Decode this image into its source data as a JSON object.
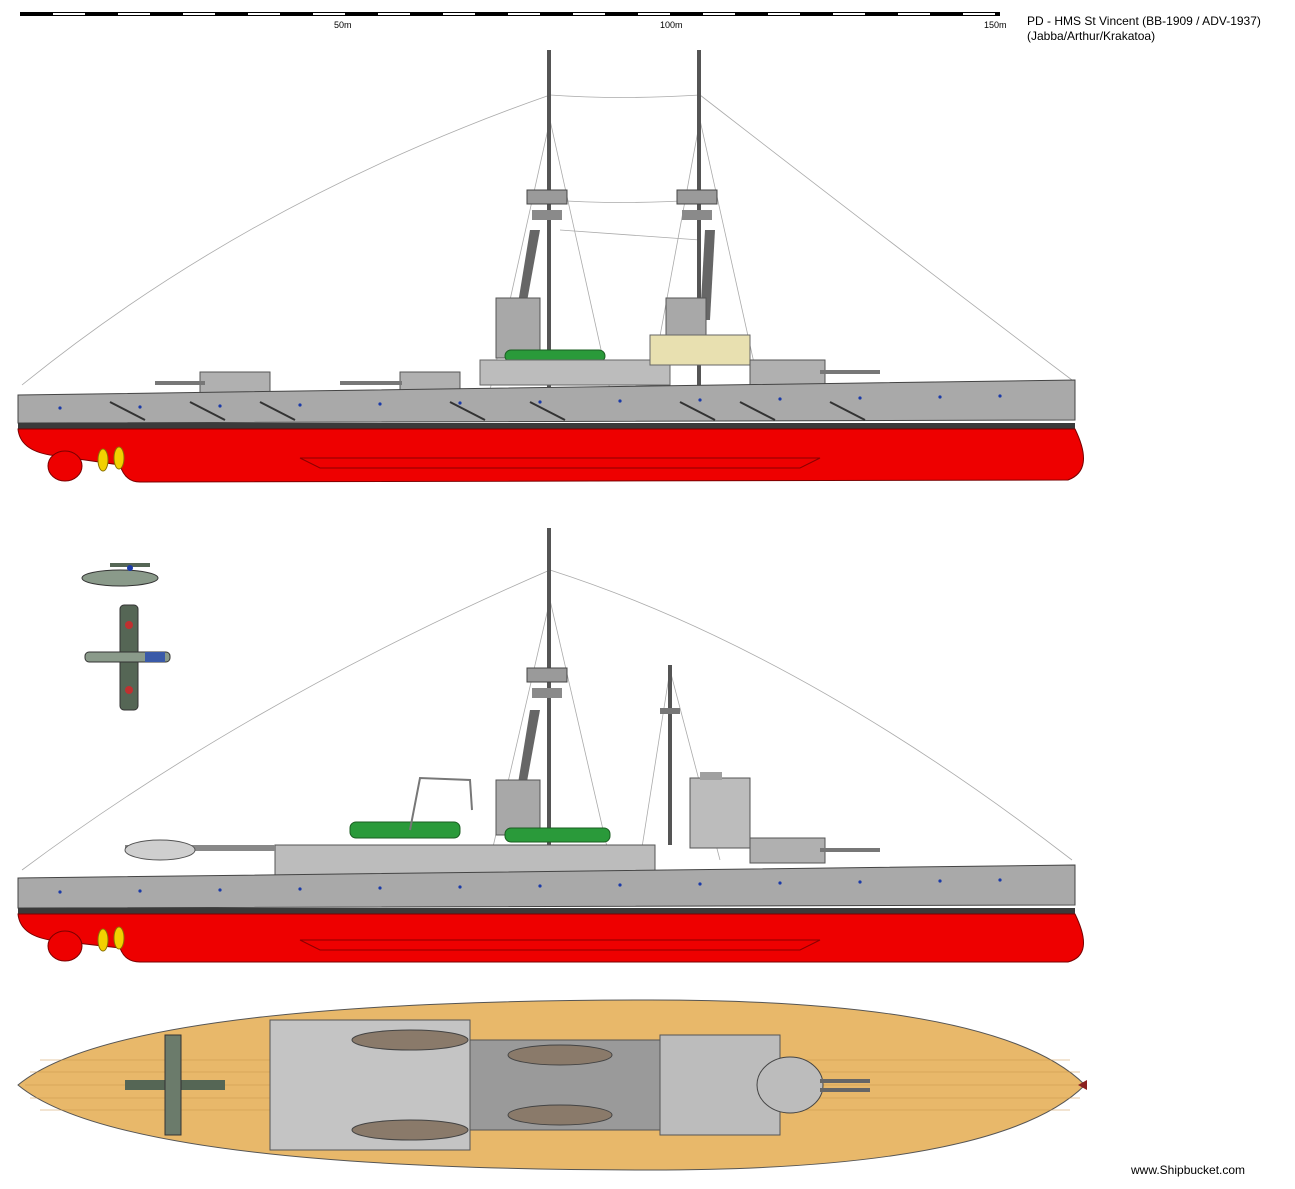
{
  "title": {
    "line1": "PD - HMS St Vincent (BB-1909 / ADV-1937)",
    "line2": "(Jabba/Arthur/Krakatoa)"
  },
  "scale": {
    "label_50": "50m",
    "label_100": "100m",
    "label_150": "150m"
  },
  "credit": "www.Shipbucket.com",
  "colors": {
    "hull_red": "#ee0000",
    "hull_grey": "#a9a9a9",
    "superstructure_grey": "#bcbcbc",
    "deck_wood": "#e8b86a",
    "boat_green": "#2a9a3a",
    "propeller_yellow": "#f2d000"
  },
  "views": [
    "profile-1909",
    "profile-1937",
    "plan-view-1937"
  ]
}
